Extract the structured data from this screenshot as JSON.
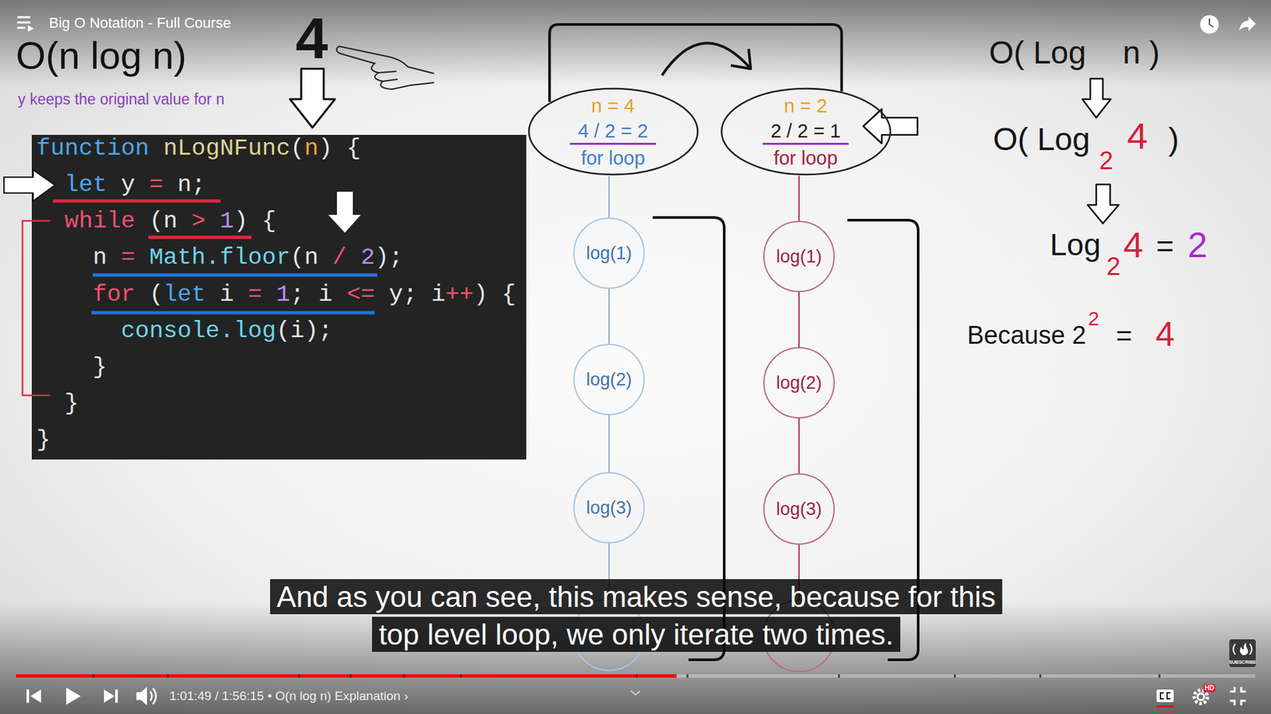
{
  "diagram": {
    "title": "O(n log n)",
    "caption": "And as you can see, this makes sense, because for this top level loop, we only iterate two times.",
    "nodes": [
      {
        "text": [
          "n = 4",
          "4 / 2 = 2",
          "for loop"
        ]
      },
      {
        "text": [
          "n = 2",
          "2 / 2 = 1",
          "for loop"
        ]
      },
      {
        "text": [
          "log(1)"
        ]
      },
      {
        "text": [
          "log(2)"
        ]
      },
      {
        "text": [
          "log(3)"
        ]
      },
      {
        "text": [
          "log(1)"
        ]
      },
      {
        "text": [
          "log(2)"
        ]
      },
      {
        "text": [
          "log(3)"
        ]
      }
    ],
    "edges": [
      {
        "from": 0,
        "to": 1,
        "arrow": "none"
      },
      {
        "from": 0,
        "to": 2,
        "arrow": "none"
      },
      {
        "from": 2,
        "to": 3,
        "arrow": "none"
      },
      {
        "from": 3,
        "to": 4,
        "arrow": "none"
      },
      {
        "from": 1,
        "to": 5,
        "arrow": "none"
      },
      {
        "from": 5,
        "to": 6,
        "arrow": "none"
      },
      {
        "from": 6,
        "to": 7,
        "arrow": "none"
      }
    ],
    "labels": [
      "Big O Notation - Full Course",
      "4",
      "y keeps the original value for n",
      "function",
      "nLogNFunc",
      "(",
      "n",
      ") {",
      "let",
      "y",
      "=",
      "n;",
      "while",
      "(n",
      ">",
      "1",
      ") {",
      "n",
      "=",
      "Math.floor",
      "(n",
      "/",
      "2",
      ");",
      "for",
      "(",
      "let",
      "i",
      "=",
      "1",
      ";",
      "i",
      "<=",
      "y;",
      "i",
      "++",
      ")",
      "{",
      "console.log",
      "(i);",
      "}",
      "}",
      "}",
      "O( Log",
      "n )",
      "O( Log",
      "2",
      "4",
      ")",
      "Log",
      "2",
      "4",
      "=",
      "2",
      "Because 2",
      "2",
      "=",
      "4",
      "1:01:49 / 1:56:15 • O(n log n) Explanation ›",
      "HD",
      "SUBSCRIBE"
    ]
  }
}
